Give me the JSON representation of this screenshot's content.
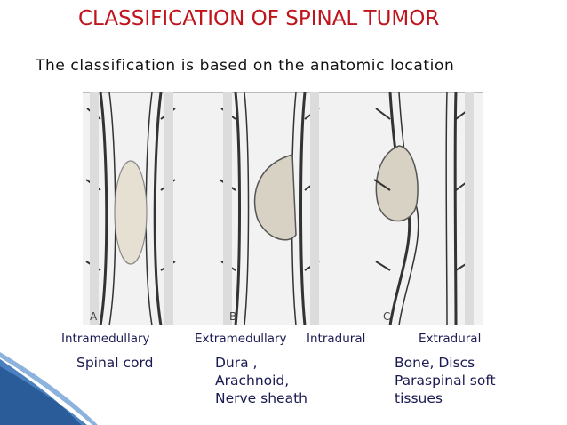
{
  "slide": {
    "title": "CLASSIFICATION OF SPINAL TUMOR",
    "subtitle": "The classification is based on the anatomic location"
  },
  "figure": {
    "panel_letters": [
      "A",
      "B",
      "C"
    ]
  },
  "categories": [
    {
      "heading": "Intramedullary",
      "lines": [
        "Spinal cord"
      ]
    },
    {
      "heading": "Extramedullary",
      "lines": [
        "Dura ,",
        "Arachnoid,",
        "Nerve sheath"
      ]
    },
    {
      "heading": "Intradural",
      "lines": []
    },
    {
      "heading": "Extradural",
      "lines": [
        "Bone, Discs",
        "Paraspinal soft",
        "tissues"
      ]
    }
  ],
  "colors": {
    "title": "#c0141c",
    "labels": "#1a1a52",
    "accent_corner": "#2b5c9a"
  }
}
